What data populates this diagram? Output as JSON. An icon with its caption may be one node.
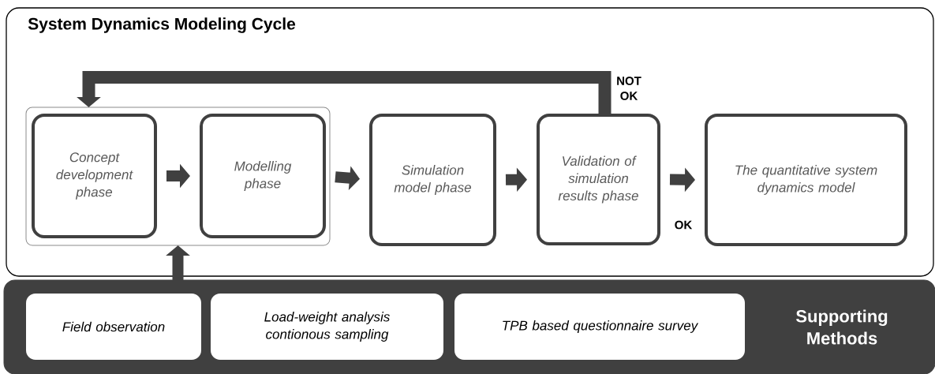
{
  "diagram": {
    "nodes": [
      {
        "text": [
          "System Dynamics Modeling Cycle"
        ]
      },
      {
        "text": [],
        "shape": "box",
        "in": 0
      },
      {
        "text": [
          "Concept development phase"
        ],
        "in": 1
      },
      {
        "text": [
          "Modelling phase"
        ],
        "in": 1
      },
      {
        "text": [
          "Simulation model phase"
        ],
        "in": 0
      },
      {
        "text": [
          "Validation of simulation results phase"
        ],
        "in": 0
      },
      {
        "text": [
          "The quantitative system dynamics model"
        ],
        "in": 0
      },
      {
        "text": [
          "Supporting Methods"
        ]
      },
      {
        "text": [
          "Field observation"
        ],
        "in": 7
      },
      {
        "text": [
          "Load-weight analysis contionous sampling"
        ],
        "in": 7
      },
      {
        "text": [
          "TPB based questionnaire survey"
        ],
        "in": 7
      }
    ],
    "edges": [
      {
        "from": 2,
        "to": 3,
        "arrow": "to"
      },
      {
        "from": 3,
        "to": 4,
        "arrow": "to"
      },
      {
        "from": 4,
        "to": 5,
        "arrow": "to"
      },
      {
        "from": 5,
        "to": 6,
        "arrow": "to",
        "label": "OK"
      },
      {
        "from": 5,
        "to": 2,
        "arrow": "to",
        "label": "NOT OK"
      },
      {
        "from": 7,
        "to": 1,
        "arrow": "to"
      }
    ]
  }
}
